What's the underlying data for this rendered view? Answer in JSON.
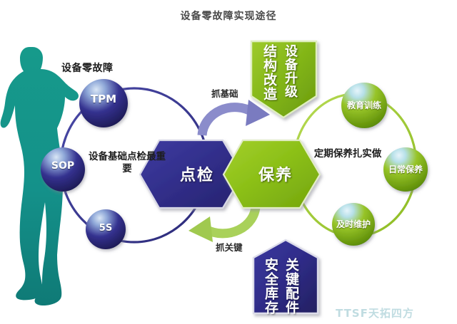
{
  "title": "设备零故障实现途径",
  "left_cluster": {
    "heading": "设备零故障",
    "center_text": "设备基础点检最重要",
    "nodes": [
      {
        "id": "tpm",
        "label": "TPM"
      },
      {
        "id": "sop",
        "label": "SOP"
      },
      {
        "id": "5s",
        "label": "5S"
      }
    ]
  },
  "right_cluster": {
    "center_text": "定期保养扎实做",
    "nodes": [
      {
        "id": "education",
        "label": "教育训练"
      },
      {
        "id": "daily",
        "label": "日常保养"
      },
      {
        "id": "timely",
        "label": "及时维护"
      }
    ]
  },
  "center": {
    "blue_hex": "点检",
    "green_hex": "保养"
  },
  "top_badge": {
    "line1": "设备升级",
    "line2": "结构改造"
  },
  "bottom_badge": {
    "line1": "关键配件",
    "line2": "安全库存"
  },
  "arrows": {
    "top_label": "抓基础",
    "bottom_label": "抓关键"
  },
  "watermark": {
    "mark": "TTSF",
    "text": "天拓四方"
  },
  "colors": {
    "blue_dark": "#2a2770",
    "blue_hex": "#322f8c",
    "blue_ring": "#3b3a91",
    "green_hex": "#8cc018",
    "green_sphere": "#7fb800",
    "green_ring": "#a6ce39",
    "teal_silhouette": "#189c8d",
    "arrow_purple": "#8b8ccb",
    "arrow_green": "#a9d15a",
    "title_gray": "#4a4a4a",
    "watermark": "#bddbe0"
  }
}
